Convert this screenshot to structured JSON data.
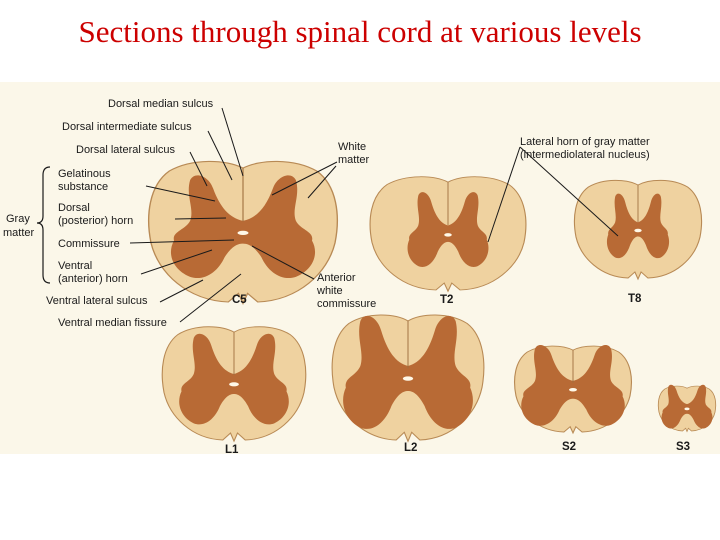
{
  "slide": {
    "title": "Sections through spinal cord at various levels"
  },
  "colors": {
    "title": "#cc0000",
    "white_matter": "#efd2a0",
    "gray_matter": "#b86a35",
    "figure_background": "#fbf7e9"
  },
  "figure": {
    "labels": {
      "dorsal_median_sulcus": "Dorsal median sulcus",
      "dorsal_intermediate_sulcus": "Dorsal intermediate sulcus",
      "dorsal_lateral_sulcus": "Dorsal lateral sulcus",
      "gelatinous_line1": "Gelatinous",
      "gelatinous_line2": "substance",
      "dorsal_horn_line1": "Dorsal",
      "dorsal_horn_line2": "(posterior) horn",
      "commissure": "Commissure",
      "ventral_horn_line1": "Ventral",
      "ventral_horn_line2": "(anterior) horn",
      "ventral_lateral_sulcus": "Ventral lateral sulcus",
      "ventral_median_fissure": "Ventral median fissure",
      "gray_matter_line1": "Gray",
      "gray_matter_line2": "matter",
      "white_matter_line1": "White",
      "white_matter_line2": "matter",
      "anterior_line1": "Anterior",
      "anterior_line2": "white",
      "anterior_line3": "commissure",
      "lateral_horn_line1": "Lateral horn of gray matter",
      "lateral_horn_line2": "(intermediolateral nucleus)"
    },
    "levels": [
      "C5",
      "T2",
      "T8",
      "L1",
      "L2",
      "S2",
      "S3"
    ]
  }
}
